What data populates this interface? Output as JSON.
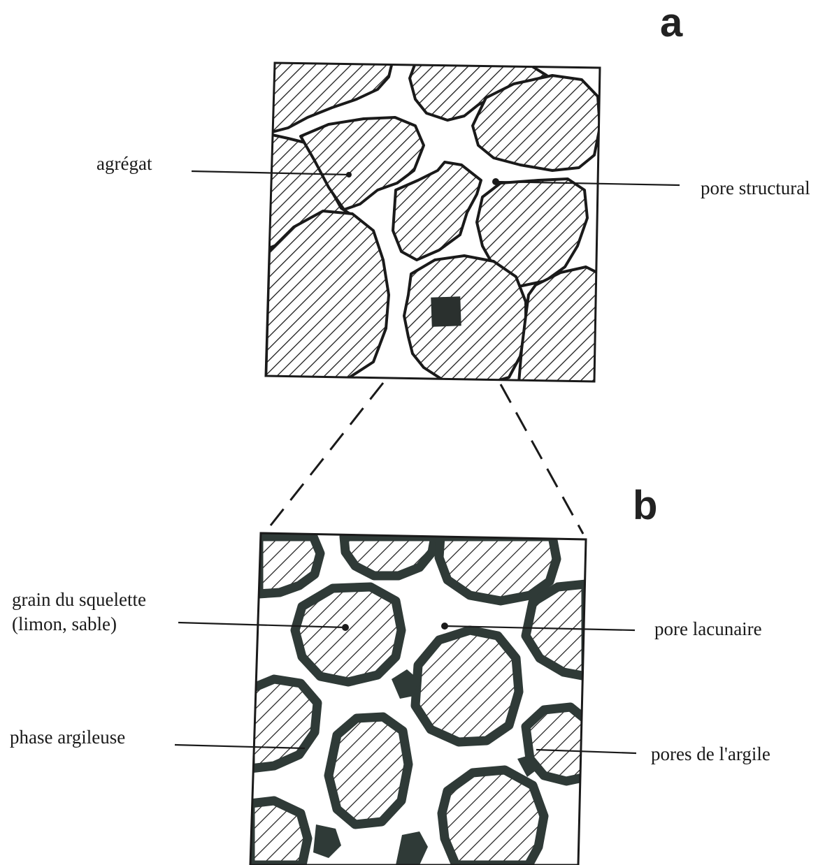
{
  "panels": {
    "a": {
      "letter": "a",
      "labels": {
        "agregat": "agrégat",
        "pore_structural": "pore structural"
      }
    },
    "b": {
      "letter": "b",
      "labels": {
        "grain_line1": "grain du squelette",
        "grain_line2": "(limon, sable)",
        "pore_lacunaire": "pore lacunaire",
        "phase_argileuse": "phase argileuse",
        "pores_argile": "pores de l'argile"
      }
    }
  },
  "colors": {
    "ink": "#1a1a1a",
    "clay_phase": "#2f3a37",
    "background": "#ffffff"
  }
}
